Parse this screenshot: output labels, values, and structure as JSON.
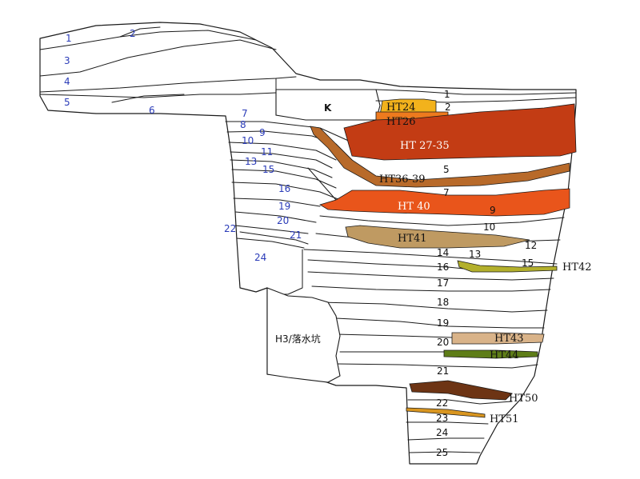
{
  "diagram": {
    "colors": {
      "ht24": "#f2b21c",
      "ht26": "#ee7a1e",
      "ht27_35": "#c33c14",
      "ht36_39": "#b86a2a",
      "ht40": "#e9551b",
      "ht41": "#bf9a62",
      "ht42": "#b3b02c",
      "ht43": "#d9b389",
      "ht44": "#5e7d17",
      "ht50": "#6d3414",
      "ht51": "#d99620"
    },
    "labels": {
      "west_layers": [
        "1",
        "2",
        "3",
        "4",
        "5",
        "6",
        "7",
        "8",
        "9",
        "10",
        "11",
        "13",
        "15",
        "16",
        "19",
        "20",
        "21",
        "22",
        "24"
      ],
      "east_layers": [
        "1",
        "2",
        "5",
        "7",
        "9",
        "10",
        "12",
        "13",
        "14",
        "15",
        "16",
        "17",
        "18",
        "19",
        "20",
        "21",
        "22",
        "23",
        "24",
        "25"
      ],
      "features": {
        "k": "K",
        "h3": "H3/落水坑",
        "ht24": "HT24",
        "ht26": "HT26",
        "ht27_35": "HT 27-35",
        "ht36_39": "HT36-39",
        "ht40": "HT 40",
        "ht41": "HT41",
        "ht42": "HT42",
        "ht43": "HT43",
        "ht44": "HT44",
        "ht50": "HT50",
        "ht51": "HT51"
      }
    }
  }
}
